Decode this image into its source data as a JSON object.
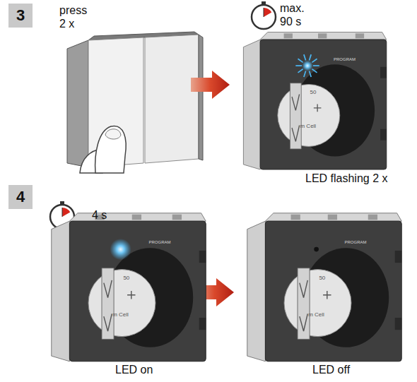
{
  "diagram": {
    "nodes": [
      {
        "text": [
          "3"
        ]
      },
      {
        "text": [
          "4"
        ]
      }
    ],
    "labels": [
      "press 2 x",
      "max. 90 s",
      "LED flashing 2 x",
      "4 s",
      "LED on",
      "LED off",
      "PROGRAM",
      "50",
      "m Cell",
      "PROGRAM",
      "50",
      "m Cell",
      "PROGRAM",
      "50",
      "m Cell"
    ]
  }
}
